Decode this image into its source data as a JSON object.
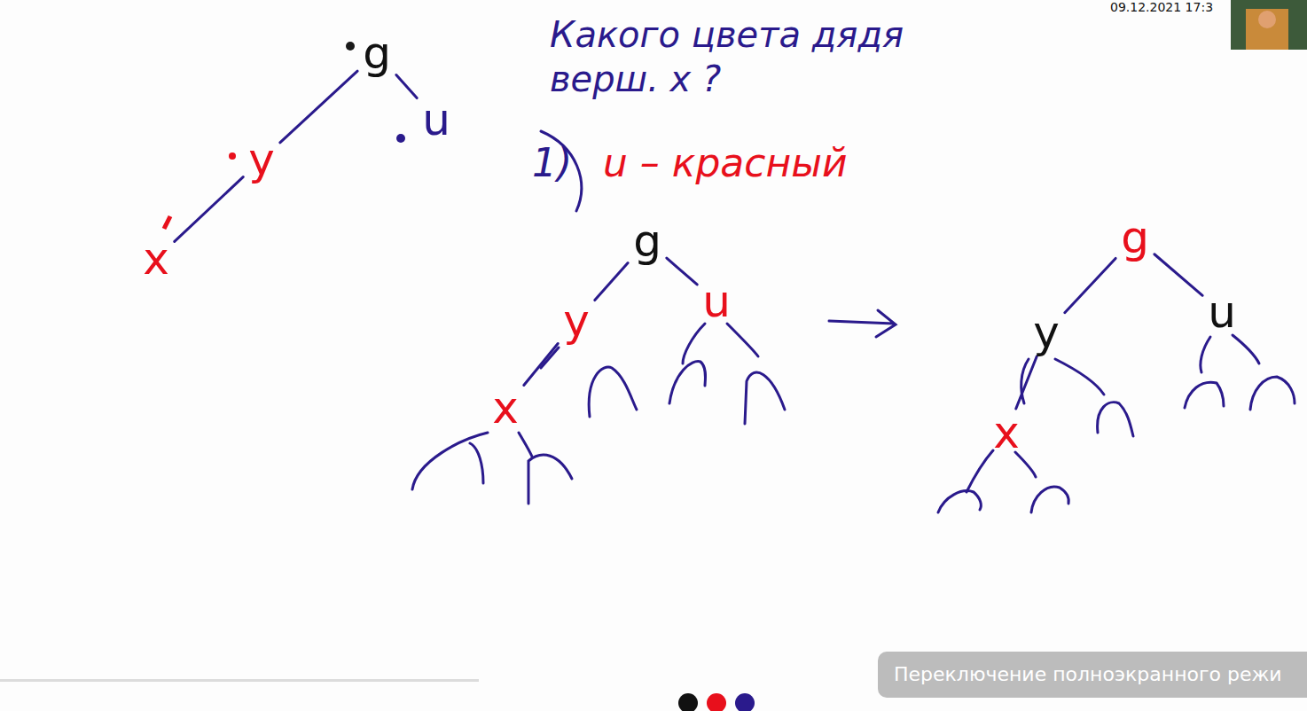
{
  "diagram": {
    "title": "Какого цвета дядя верш. x ?",
    "nodes": [
      {
        "text": [
          "g"
        ]
      },
      {
        "text": [
          "y"
        ]
      },
      {
        "text": [
          "u"
        ]
      },
      {
        "text": [
          "x"
        ]
      },
      {
        "text": [
          "g"
        ]
      },
      {
        "text": [
          "y"
        ]
      },
      {
        "text": [
          "u"
        ]
      },
      {
        "text": [
          "x"
        ]
      },
      {
        "text": [
          "g"
        ]
      },
      {
        "text": [
          "y"
        ]
      },
      {
        "text": [
          "u"
        ]
      },
      {
        "text": [
          "x"
        ]
      }
    ],
    "edges": [
      {
        "from": 0,
        "to": 1,
        "arrow": "none"
      },
      {
        "from": 0,
        "to": 2,
        "arrow": "none"
      },
      {
        "from": 1,
        "to": 3,
        "arrow": "none"
      },
      {
        "from": 4,
        "to": 5,
        "arrow": "none"
      },
      {
        "from": 4,
        "to": 6,
        "arrow": "none"
      },
      {
        "from": 5,
        "to": 7,
        "arrow": "none"
      },
      {
        "from": 8,
        "to": 9,
        "arrow": "none"
      },
      {
        "from": 8,
        "to": 10,
        "arrow": "none"
      },
      {
        "from": 9,
        "to": 11,
        "arrow": "none"
      }
    ],
    "labels": [
      "1)",
      "u – красный",
      "09.12.2021 17:3",
      "Переключение полноэкранного режи"
    ]
  }
}
